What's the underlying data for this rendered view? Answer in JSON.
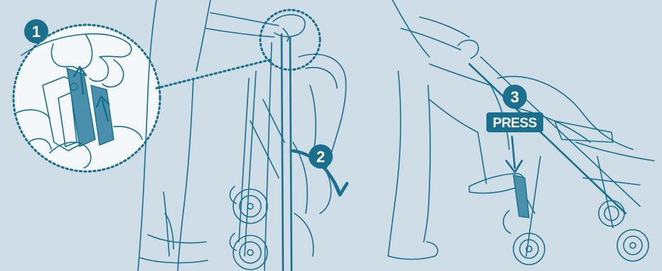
{
  "colors": {
    "background": "#cfdde6",
    "line": "#1a6f8c",
    "badge": "#1a6f8c",
    "badge_text": "#ffffff",
    "latch": "#4a8fab"
  },
  "steps": [
    {
      "number": "1",
      "icon": "step-1-badge"
    },
    {
      "number": "2",
      "icon": "step-2-badge"
    },
    {
      "number": "3",
      "icon": "step-3-badge"
    }
  ],
  "press_label": "PRESS",
  "icons": {
    "zoom": "zoom-circle",
    "arrow_fold": "curved-arrow-icon",
    "arrow_up": "up-arrow-icon",
    "arrow_down": "down-arrow-icon"
  }
}
